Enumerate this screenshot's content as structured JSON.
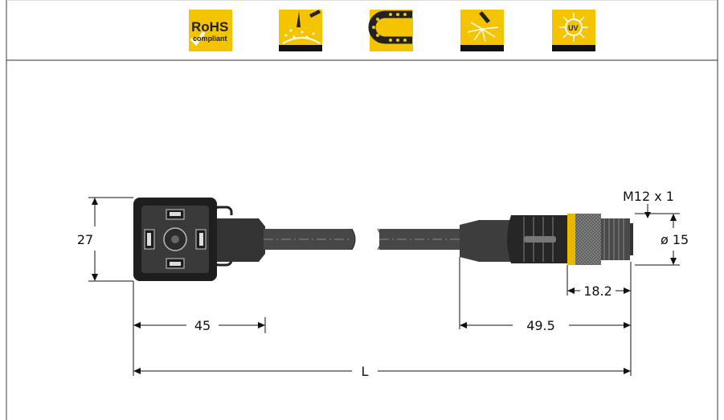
{
  "icons": [
    {
      "name": "rohs-compliant-icon",
      "text": "RoHS",
      "subtext": "compliant"
    },
    {
      "name": "welding-spatter-icon"
    },
    {
      "name": "drag-chain-icon"
    },
    {
      "name": "weld-spark-icon"
    },
    {
      "name": "uv-resistant-icon",
      "text": "UV"
    }
  ],
  "dimensions": {
    "height_left": "27",
    "length_left_connector": "45",
    "thread": "M12 x 1",
    "diameter": "ø 15",
    "length_m12_thread": "18.2",
    "length_right_connector": "49.5",
    "total_length": "L"
  },
  "colors": {
    "icon_yellow": "#f5c400",
    "connector_body": "#2a2a2a",
    "cable": "#4a4a4a",
    "ring_yellow": "#e8b800",
    "line": "#111111"
  }
}
